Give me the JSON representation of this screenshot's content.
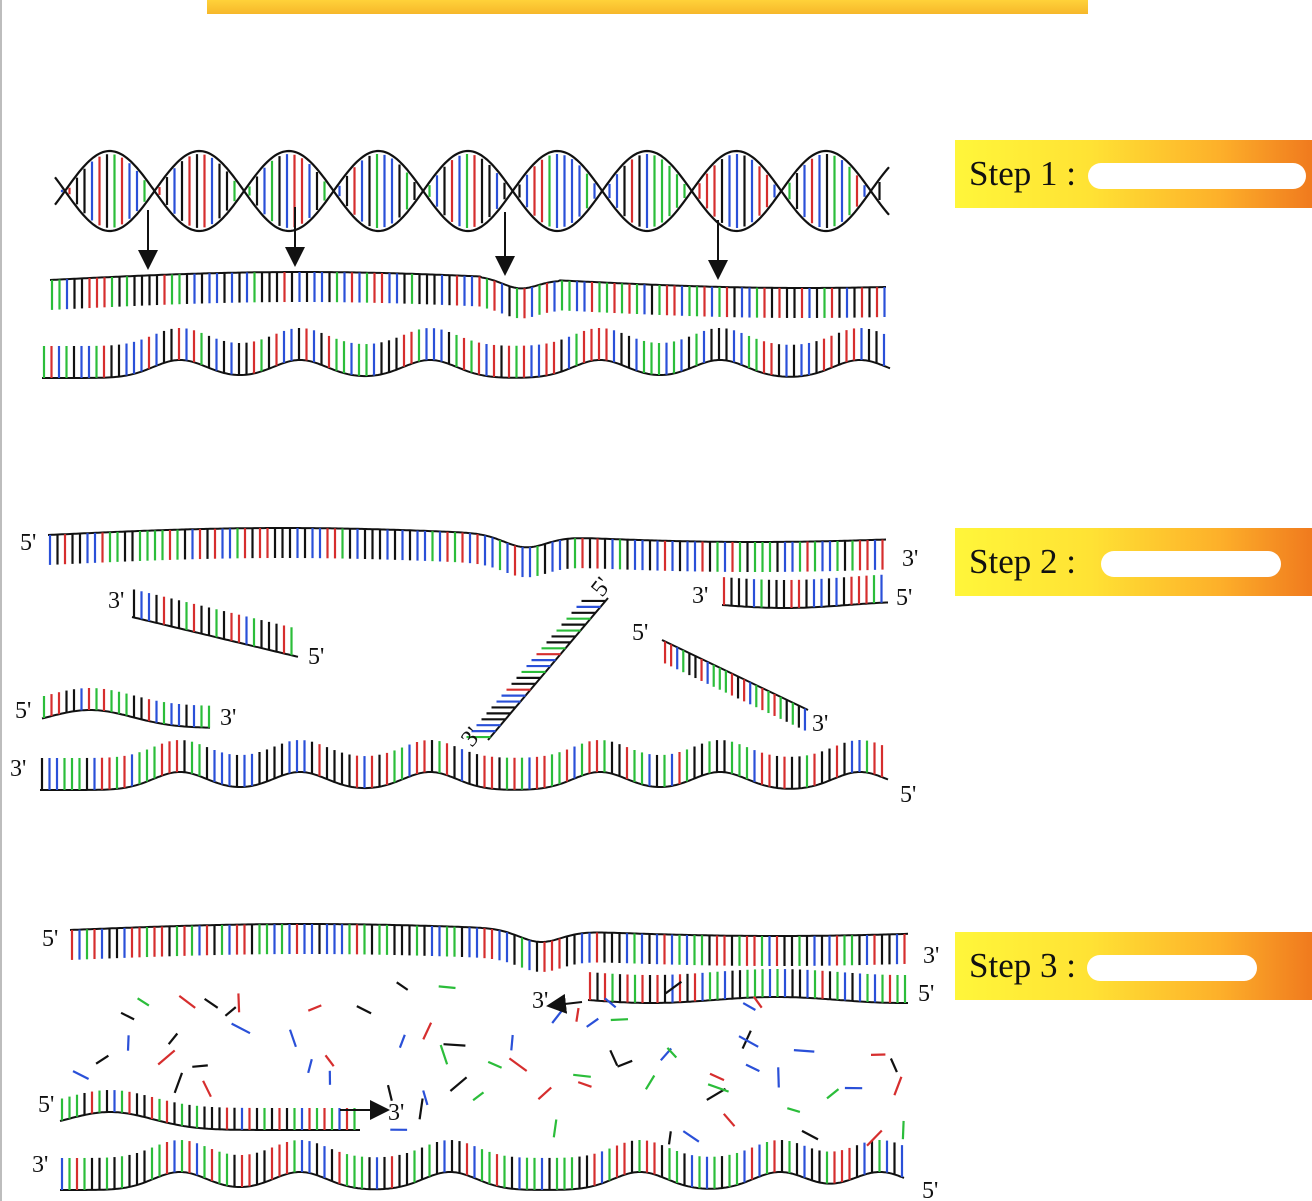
{
  "steps": [
    {
      "label": "Step 1 :"
    },
    {
      "label": "Step 2 :"
    },
    {
      "label": "Step 3 :"
    }
  ],
  "strand_end_labels": {
    "five_prime": "5'",
    "three_prime": "3'"
  },
  "colors": {
    "bases": [
      "#111111",
      "#2a50d8",
      "#d62e2e",
      "#2bbd3a"
    ],
    "header_bar": "#f6b72a",
    "label_gradient": [
      "#fff63a",
      "#f07a1e"
    ]
  }
}
